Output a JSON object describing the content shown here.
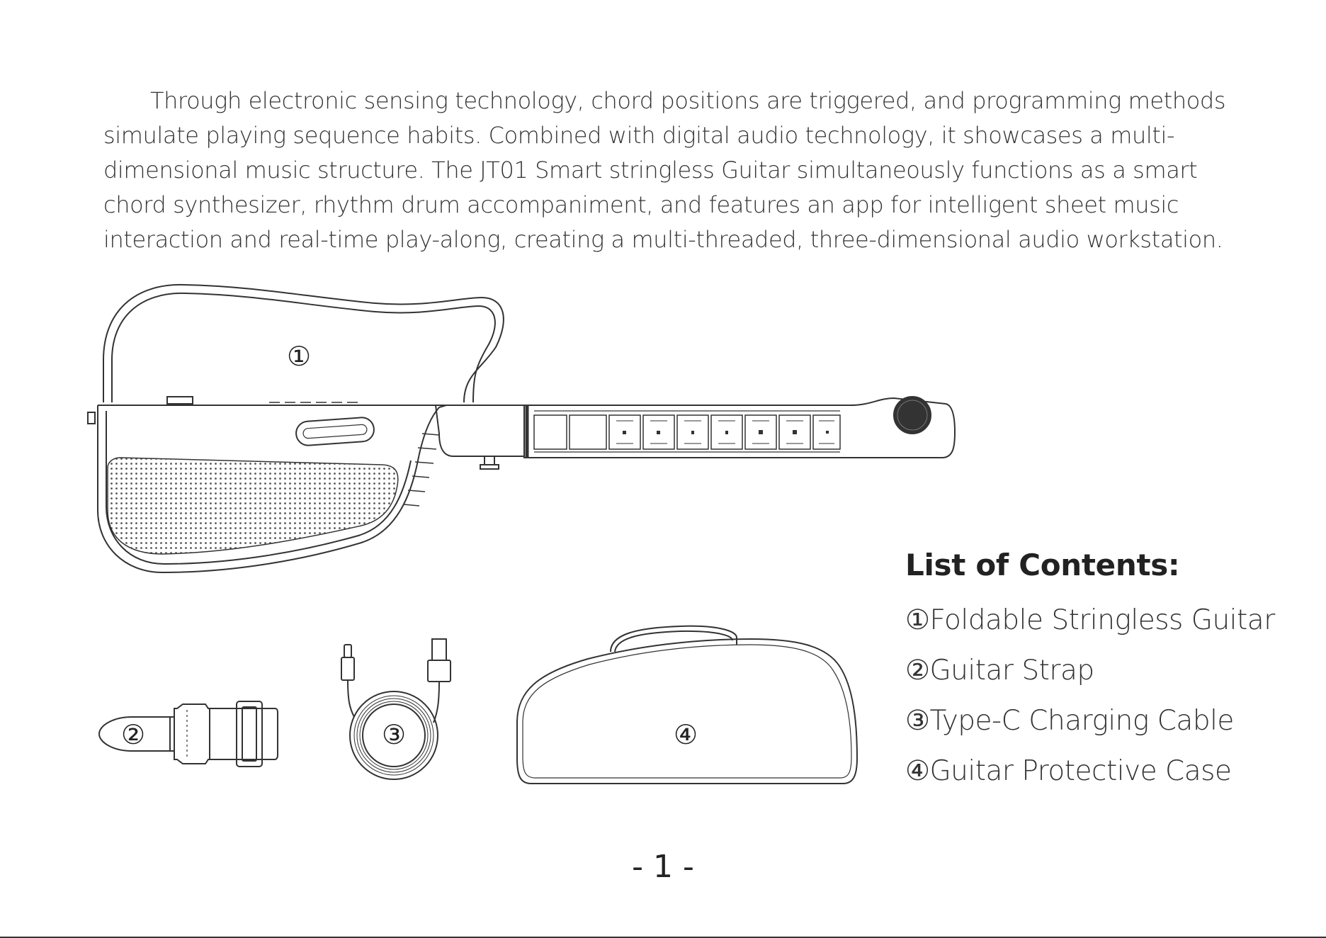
{
  "intro_text": "Through electronic sensing technology, chord positions are triggered, and programming methods simulate playing sequence habits. Combined with digital audio technology, it showcases a multi-dimensional music structure. The JT01 Smart stringless  Guitar simultaneously functions as a smart chord synthesizer, rhythm drum accompaniment, and features an app for intelligent sheet music interaction and real-time play-along, creating a multi-threaded, three-dimensional audio workstation.",
  "markers": {
    "guitar": "①",
    "strap": "②",
    "cable": "③",
    "case": "④"
  },
  "contents": {
    "title": "List of Contents:",
    "items": [
      "①Foldable Stringless Guitar",
      "②Guitar Strap",
      "③Type-C Charging Cable",
      "④Guitar Protective Case"
    ]
  },
  "page_number": "- 1 -"
}
